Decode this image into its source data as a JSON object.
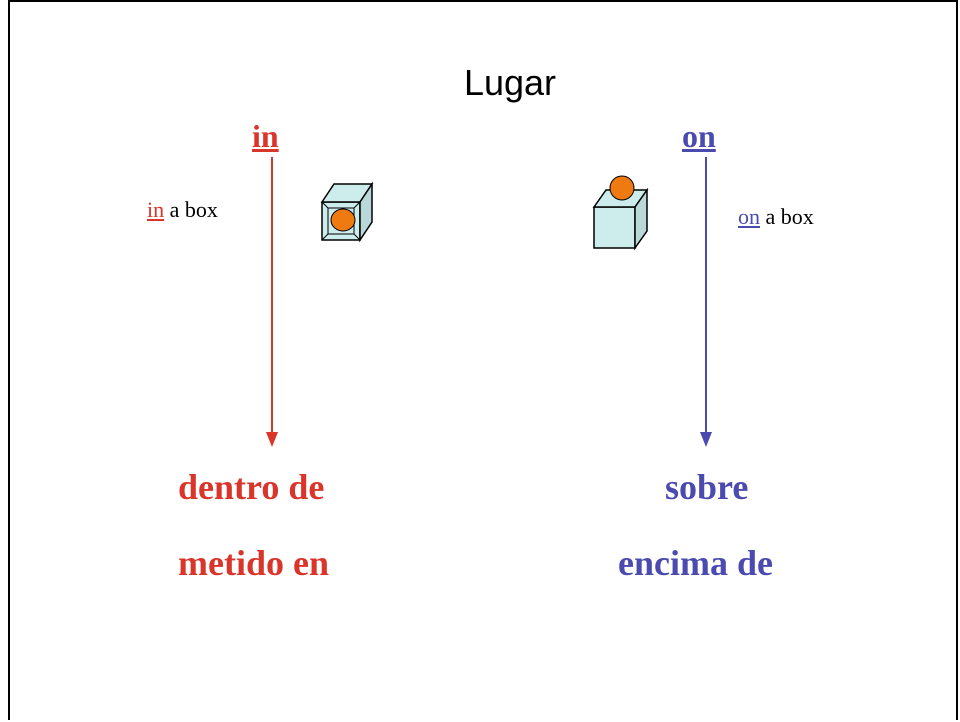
{
  "title": "Lugar",
  "colors": {
    "in": "#D9352B",
    "on": "#4B4BAF",
    "cube_face": "#CDEDEC",
    "ball": "#F07A12"
  },
  "left": {
    "heading": "in",
    "example_prep": "in",
    "example_rest": " a box",
    "translations": [
      "dentro de",
      "metido en"
    ],
    "icon": "cube-with-ball-inside-icon"
  },
  "right": {
    "heading": "on",
    "example_prep": "on",
    "example_rest": " a box",
    "translations": [
      "sobre",
      "encima de"
    ],
    "icon": "cube-with-ball-on-top-icon"
  }
}
